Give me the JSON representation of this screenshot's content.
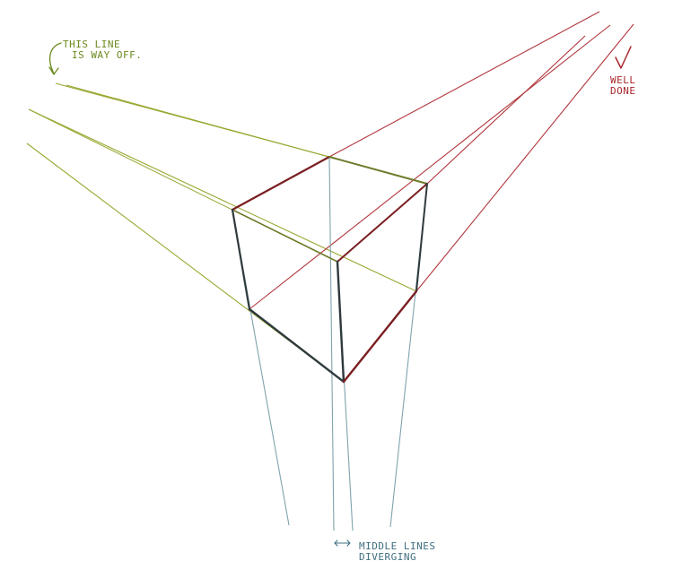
{
  "annotations": {
    "line_off": {
      "lines": [
        "THIS LINE",
        "IS WAY OFF."
      ]
    },
    "well_done": {
      "lines": [
        "WELL",
        "DONE"
      ]
    },
    "diverging": {
      "lines": [
        "MIDDLE LINES",
        "DIVERGING"
      ]
    }
  },
  "colors": {
    "left_guides": "#9aa832",
    "right_guides": "#b0363c",
    "vertical_guides": "#7fa3ad",
    "cube_edge_dark": "#2f3a3d",
    "cube_edge_right": "#7a1f22",
    "cube_edge_left": "#6f7a2a",
    "note_green": "#6b8a1e",
    "note_red": "#a8262c",
    "note_blue": "#3f6f80"
  },
  "icons": {
    "line_off_arrow": "curved-arrow-icon",
    "well_done_check": "checkmark-icon",
    "diverging_arrow": "double-arrow-icon"
  }
}
